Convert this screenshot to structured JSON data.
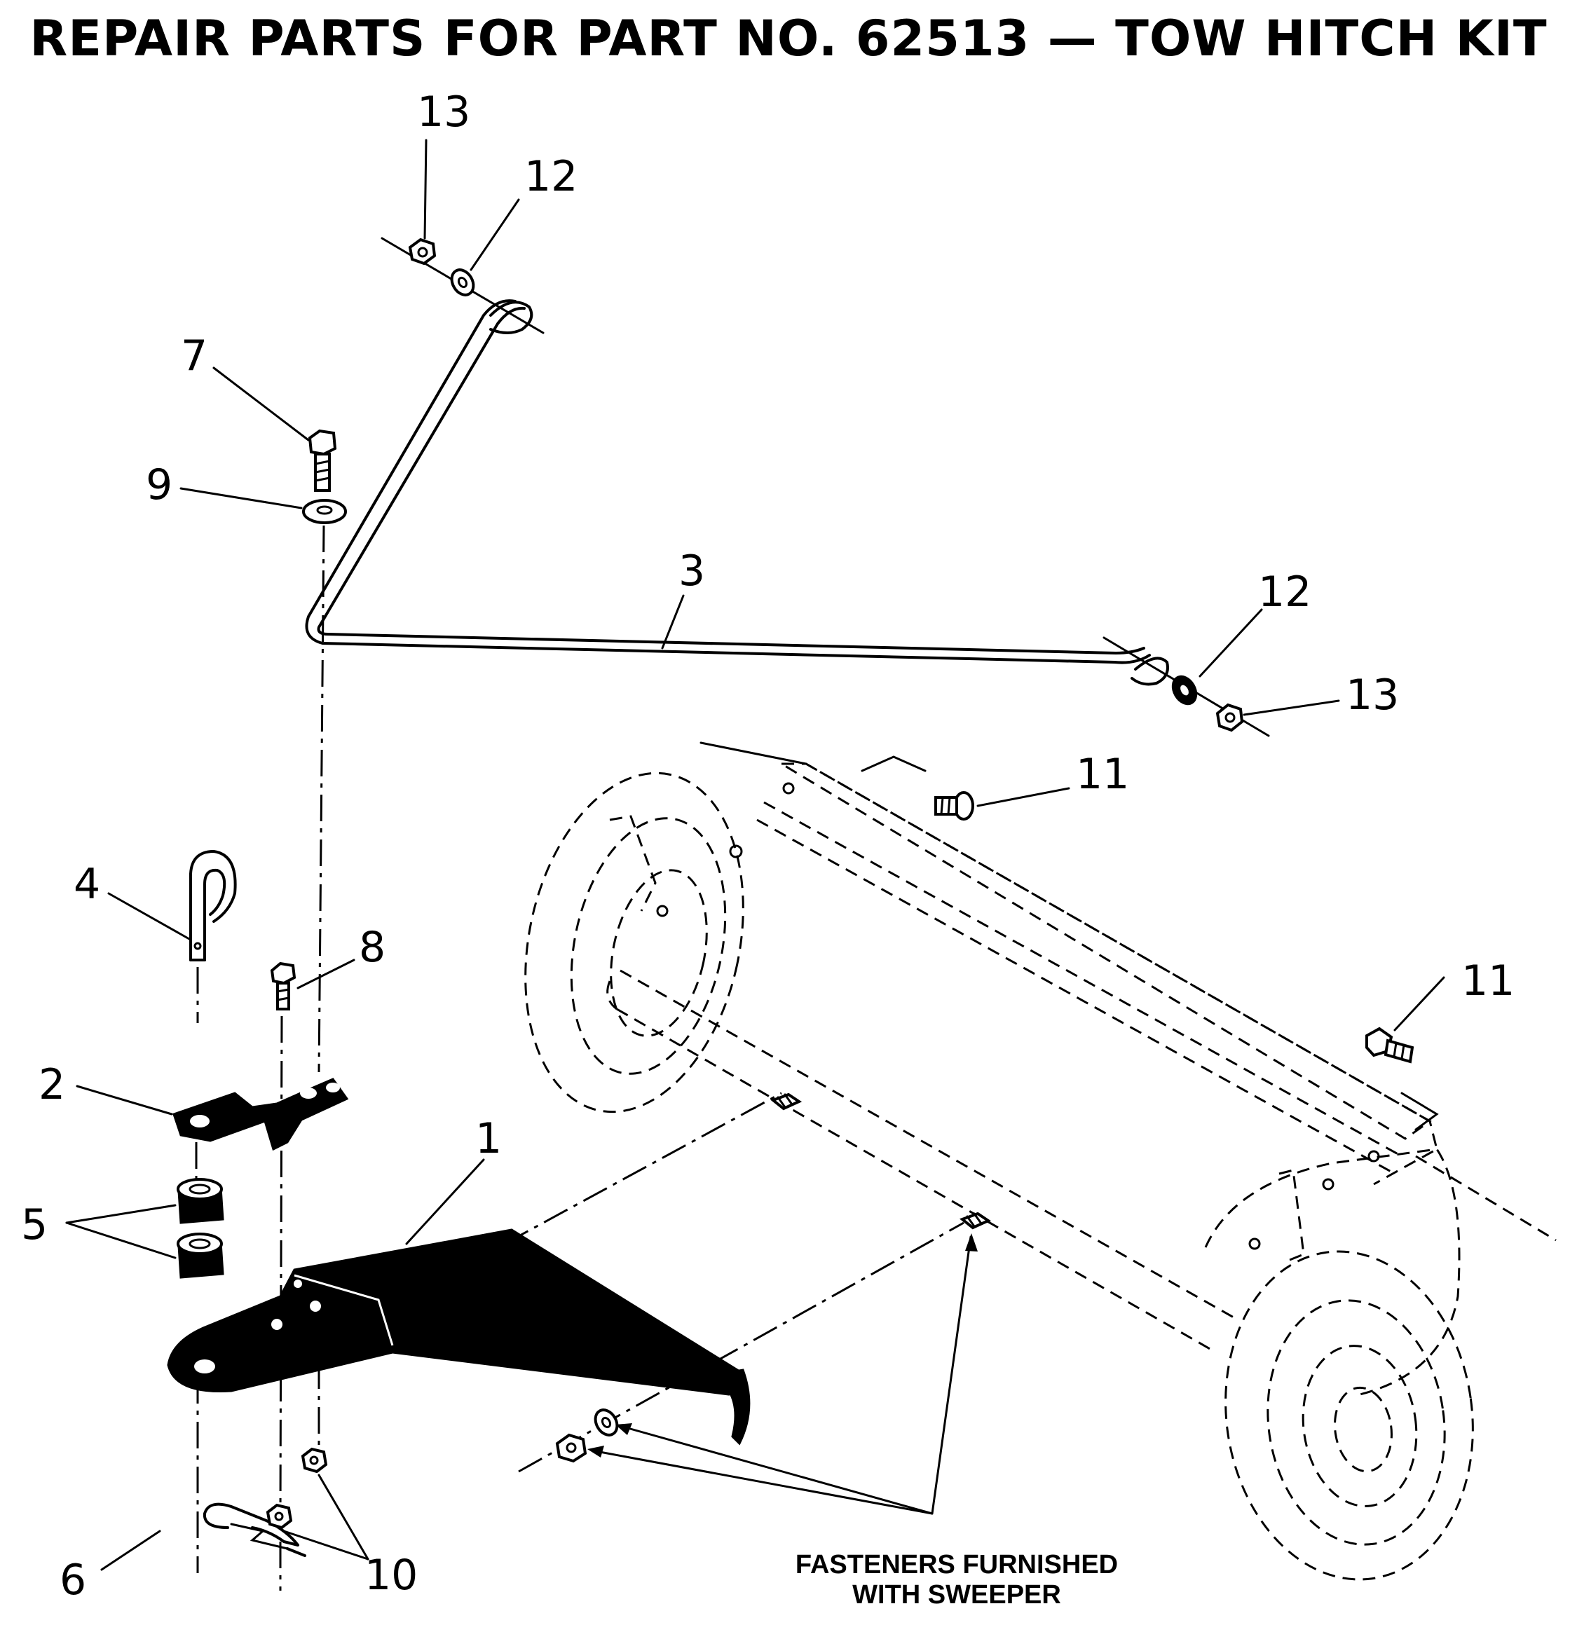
{
  "title": "REPAIR PARTS FOR PART NO. 62513 — TOW HITCH KIT",
  "callouts": {
    "p1": "1",
    "p2": "2",
    "p3": "3",
    "p4": "4",
    "p5": "5",
    "p6": "6",
    "p7": "7",
    "p8": "8",
    "p9": "9",
    "p10": "10",
    "p11": "11",
    "p12": "12",
    "p13": "13"
  },
  "note": {
    "line1": "FASTENERS FURNISHED",
    "line2": "WITH SWEEPER"
  }
}
